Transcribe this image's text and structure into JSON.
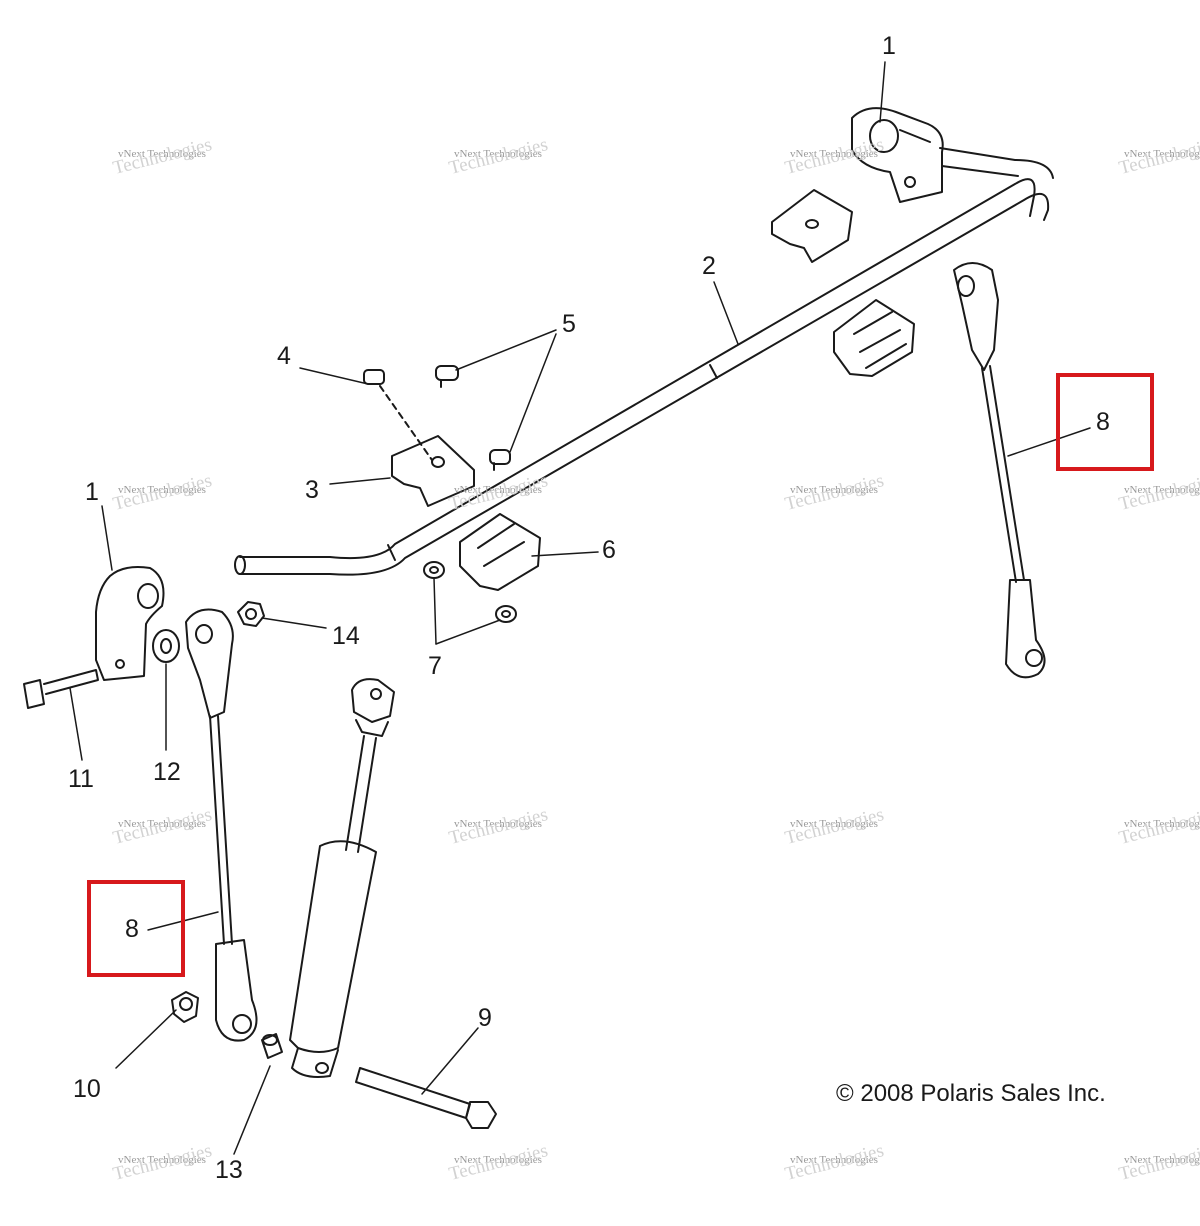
{
  "callouts": {
    "c1_top": "1",
    "c1_left": "1",
    "c2": "2",
    "c3": "3",
    "c4": "4",
    "c5": "5",
    "c6": "6",
    "c7": "7",
    "c8_right": "8",
    "c8_left": "8",
    "c9": "9",
    "c10": "10",
    "c11": "11",
    "c12": "12",
    "c13": "13",
    "c14": "14"
  },
  "copyright": "© 2008 Polaris Sales Inc.",
  "watermark": {
    "line1": "vNext Technologies",
    "line2": "Technologies"
  },
  "colors": {
    "line": "#1a1a1a",
    "highlight": "#d7191c",
    "watermark": "#c8c8c8"
  }
}
